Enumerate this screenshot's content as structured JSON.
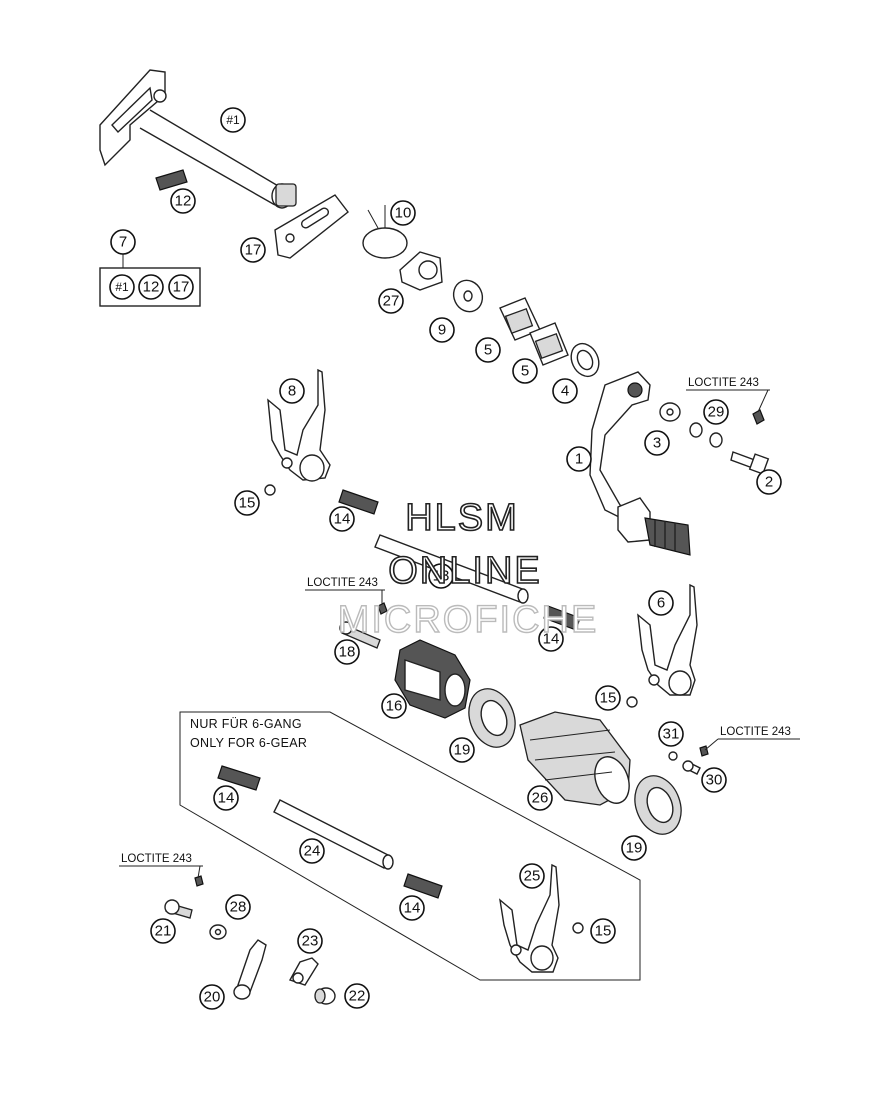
{
  "callouts": {
    "c_h1_shaft": "#1",
    "c_12_spring": "12",
    "c_7_kit": "7",
    "c_kit_h1": "#1",
    "c_kit_12": "12",
    "c_kit_17": "17",
    "c_17_plate": "17",
    "c_10_spring": "10",
    "c_27": "27",
    "c_9_washer": "9",
    "c_5_bearing_a": "5",
    "c_5_bearing_b": "5",
    "c_4_seal": "4",
    "c_8_fork": "8",
    "c_15_a": "15",
    "c_14_a": "14",
    "c_1_lever": "1",
    "c_3_washer": "3",
    "c_29": "29",
    "c_2_bolt": "2",
    "c_13_rod": "13",
    "c_6_fork": "6",
    "c_14_b": "14",
    "c_18_screw": "18",
    "c_16_segment": "16",
    "c_15_b": "15",
    "c_19_a": "19",
    "c_26_drum": "26",
    "c_31": "31",
    "c_30": "30",
    "c_19_b": "19",
    "c_14_c": "14",
    "c_24_rod": "24",
    "c_14_d": "14",
    "c_25_fork": "25",
    "c_15_c": "15",
    "c_21_screw": "21",
    "c_28": "28",
    "c_23_spring": "23",
    "c_20_lever": "20",
    "c_22_roller": "22"
  },
  "loctite_labels": {
    "top_right": "LOCTITE 243",
    "middle_left": "LOCTITE 243",
    "middle_right": "LOCTITE 243",
    "bottom_left": "LOCTITE 243"
  },
  "note": {
    "line1": "NUR FÜR 6-GANG",
    "line2": "ONLY FOR 6-GEAR"
  },
  "watermark": {
    "line1": "HLSM",
    "line2": "ONLINE",
    "line3": "MICROFICHE"
  }
}
